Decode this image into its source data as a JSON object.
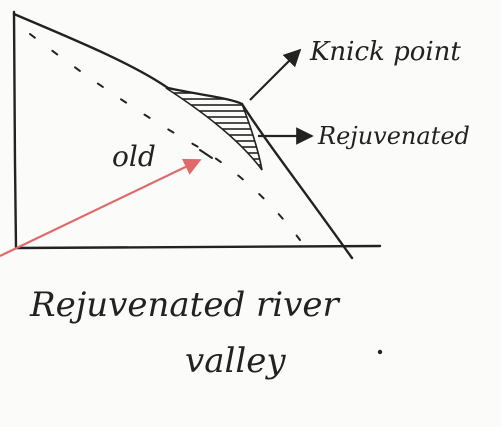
{
  "diagram": {
    "labels": {
      "knick_point": "Knick point",
      "rejuvenated": "Rejuvenated",
      "old": "old",
      "caption_line1": "Rejuvenated river",
      "caption_line2": "valley"
    },
    "colors": {
      "ink": "#222222",
      "red_arrow": "#e06a6a",
      "paper": "#fbfbf9"
    }
  }
}
